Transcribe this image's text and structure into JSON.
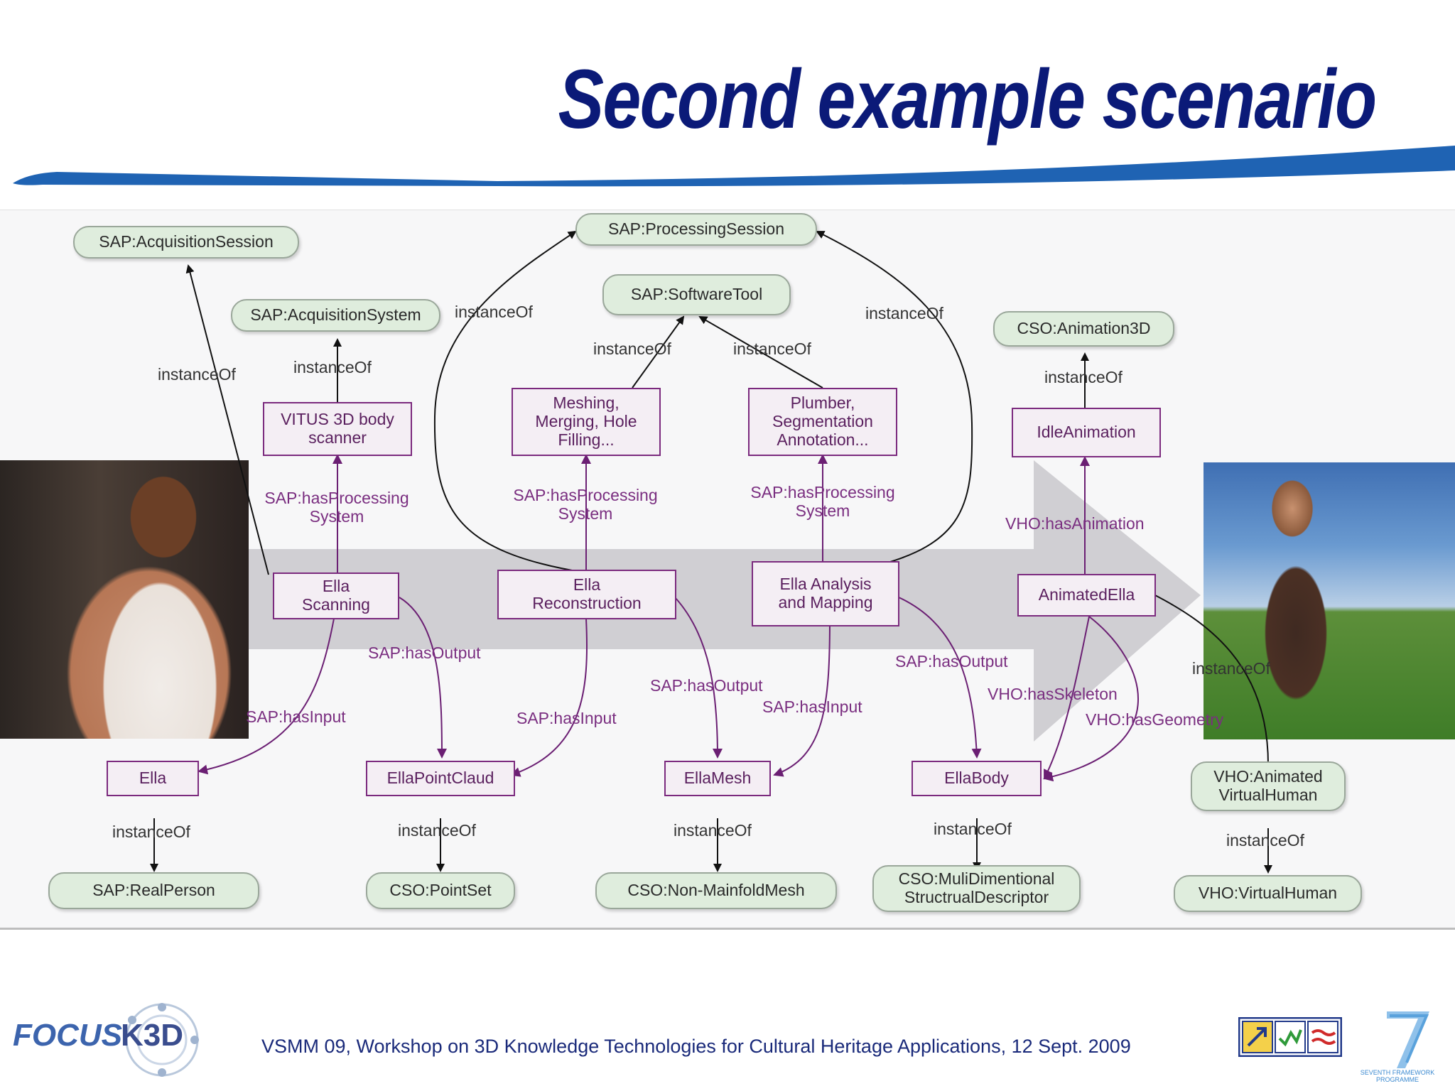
{
  "slide": {
    "title": "Second example scenario",
    "footer": "VSMM 09, Workshop on 3D Knowledge Technologies for Cultural Heritage Applications, 12 Sept. 2009"
  },
  "logos": {
    "focus_part1": "FOCUS",
    "focus_part2": "K3D",
    "fp7_caption": "SEVENTH FRAMEWORK PROGRAMME"
  },
  "colors": {
    "title": "#0b1a78",
    "banner": "#1f63b3",
    "class_fill": "#dfeddd",
    "instance_border": "#7b2a7e"
  },
  "diagram": {
    "classes": {
      "acq_session": "SAP:AcquisitionSession",
      "acq_system": "SAP:AcquisitionSystem",
      "proc_session": "SAP:ProcessingSession",
      "software_tool": "SAP:SoftwareTool",
      "animation3d": "CSO:Animation3D",
      "real_person": "SAP:RealPerson",
      "pointset": "CSO:PointSet",
      "mesh_class": "CSO:Non-MainfoldMesh",
      "descriptor": "CSO:MuliDimentional StructrualDescriptor",
      "animated_vh": "VHO:Animated VirtualHuman",
      "virtual_human": "VHO:VirtualHuman"
    },
    "instances": {
      "vitus": "VITUS 3D body scanner",
      "meshing": "Meshing, Merging, Hole Filling...",
      "plumber": "Plumber, Segmentation Annotation...",
      "idle_anim": "IdleAnimation",
      "scanning": "Ella Scanning",
      "reconstruction": "Ella Reconstruction",
      "analysis": "Ella Analysis and Mapping",
      "animated_ella": "AnimatedElla",
      "ella": "Ella",
      "pointcloud": "EllaPointClaud",
      "mesh": "EllaMesh",
      "body": "EllaBody"
    },
    "edge_labels": {
      "instance_of": "instanceOf",
      "has_processing_system": "SAP:hasProcessing System",
      "has_output": "SAP:hasOutput",
      "has_input": "SAP:hasInput",
      "has_animation": "VHO:hasAnimation",
      "has_skeleton": "VHO:hasSkeleton",
      "has_geometry": "VHO:hasGeometry"
    }
  }
}
